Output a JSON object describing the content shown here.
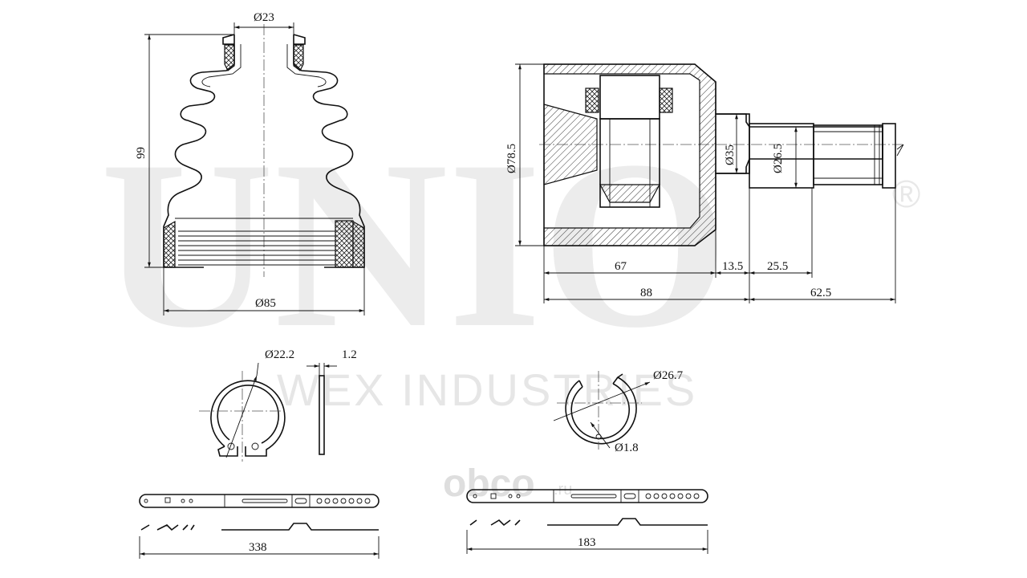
{
  "watermark": {
    "brand": "UNIO",
    "registered_mark": "®",
    "company": "WEX INDUSTRIES",
    "site_main": "obco",
    "site_suffix": ".ru"
  },
  "boot": {
    "small_diameter": "Ø23",
    "height": "99",
    "large_diameter": "Ø85"
  },
  "joint": {
    "outer_diameter": "Ø78.5",
    "neck_diameter": "Ø35",
    "shaft_diameter": "Ø26.5",
    "body_length": "67",
    "neck_length": "13.5",
    "shaft_length": "25.5",
    "total_body": "88",
    "shaft_total": "62.5"
  },
  "circlip_external": {
    "diameter": "Ø22.2",
    "thickness": "1.2"
  },
  "circlip_internal": {
    "diameter": "Ø26.7",
    "hole_diameter": "Ø1.8"
  },
  "clamp_large": {
    "length": "338"
  },
  "clamp_small": {
    "length": "183"
  }
}
